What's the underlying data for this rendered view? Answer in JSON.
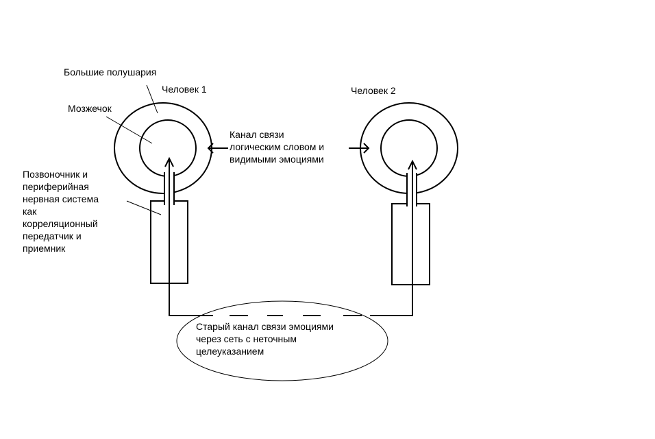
{
  "labels": {
    "hemispheres": "Большие полушария",
    "person1": "Человек 1",
    "person2": "Человек 2",
    "cerebellum": "Мозжечок",
    "channel_logical": [
      "Канал связи",
      "логическим словом и",
      "видимыми эмоциями"
    ],
    "spine": [
      "Позвоночник и",
      "периферийная",
      "нервная система",
      "как",
      "корреляционный",
      "передатчик и",
      "приемник"
    ],
    "old_channel": [
      "Старый канал связи эмоциями",
      "через сеть с неточным",
      "целеуказанием"
    ]
  }
}
